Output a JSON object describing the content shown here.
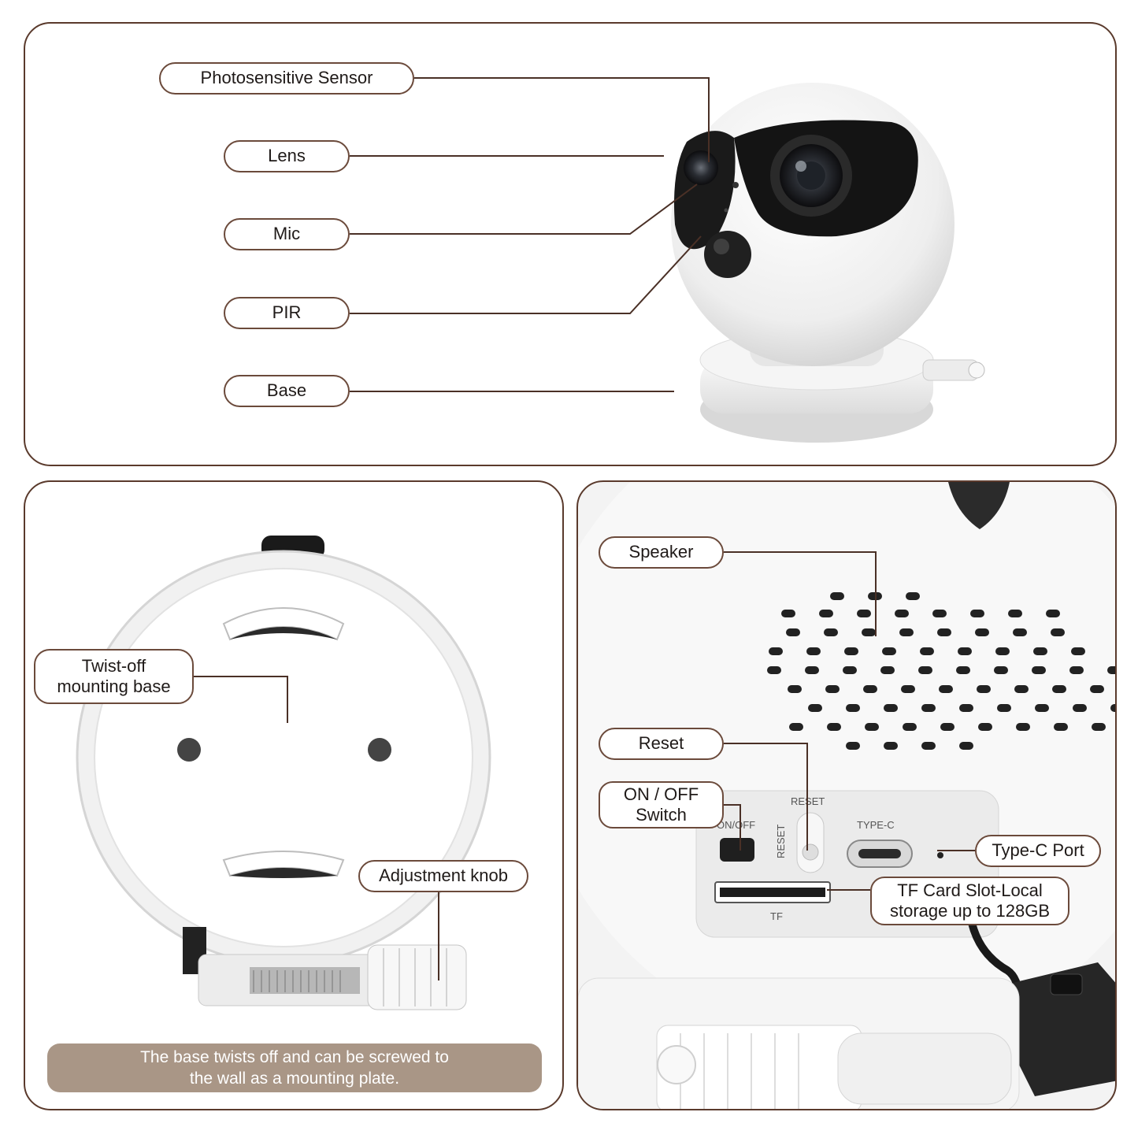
{
  "top_panel": {
    "labels": {
      "photosensitive": "Photosensitive Sensor",
      "lens": "Lens",
      "mic": "Mic",
      "pir": "PIR",
      "base": "Base"
    }
  },
  "bottom_left_panel": {
    "labels": {
      "mount_line1": "Twist-off",
      "mount_line2": "mounting base",
      "knob": "Adjustment knob"
    },
    "caption_line1": "The base twists off and can be screwed to",
    "caption_line2": "the wall as a mounting plate."
  },
  "bottom_right_panel": {
    "labels": {
      "speaker": "Speaker",
      "reset": "Reset",
      "switch_line1": "ON / OFF",
      "switch_line2": "Switch",
      "typec": "Type-C Port",
      "tf_line1": "TF Card Slot-Local",
      "tf_line2": "storage up to 128GB"
    },
    "device_markings": {
      "onoff": "ON/OFF",
      "reset_v": "RESET",
      "reset_top": "RESET",
      "typec": "TYPE-C",
      "tf": "TF"
    }
  },
  "colors": {
    "frame_border": "#5a3a2c",
    "leader_line": "#4a3026",
    "caption_bg": "#a99686",
    "camera_white": "#f2f2f2",
    "camera_black": "#1a1a1a"
  }
}
